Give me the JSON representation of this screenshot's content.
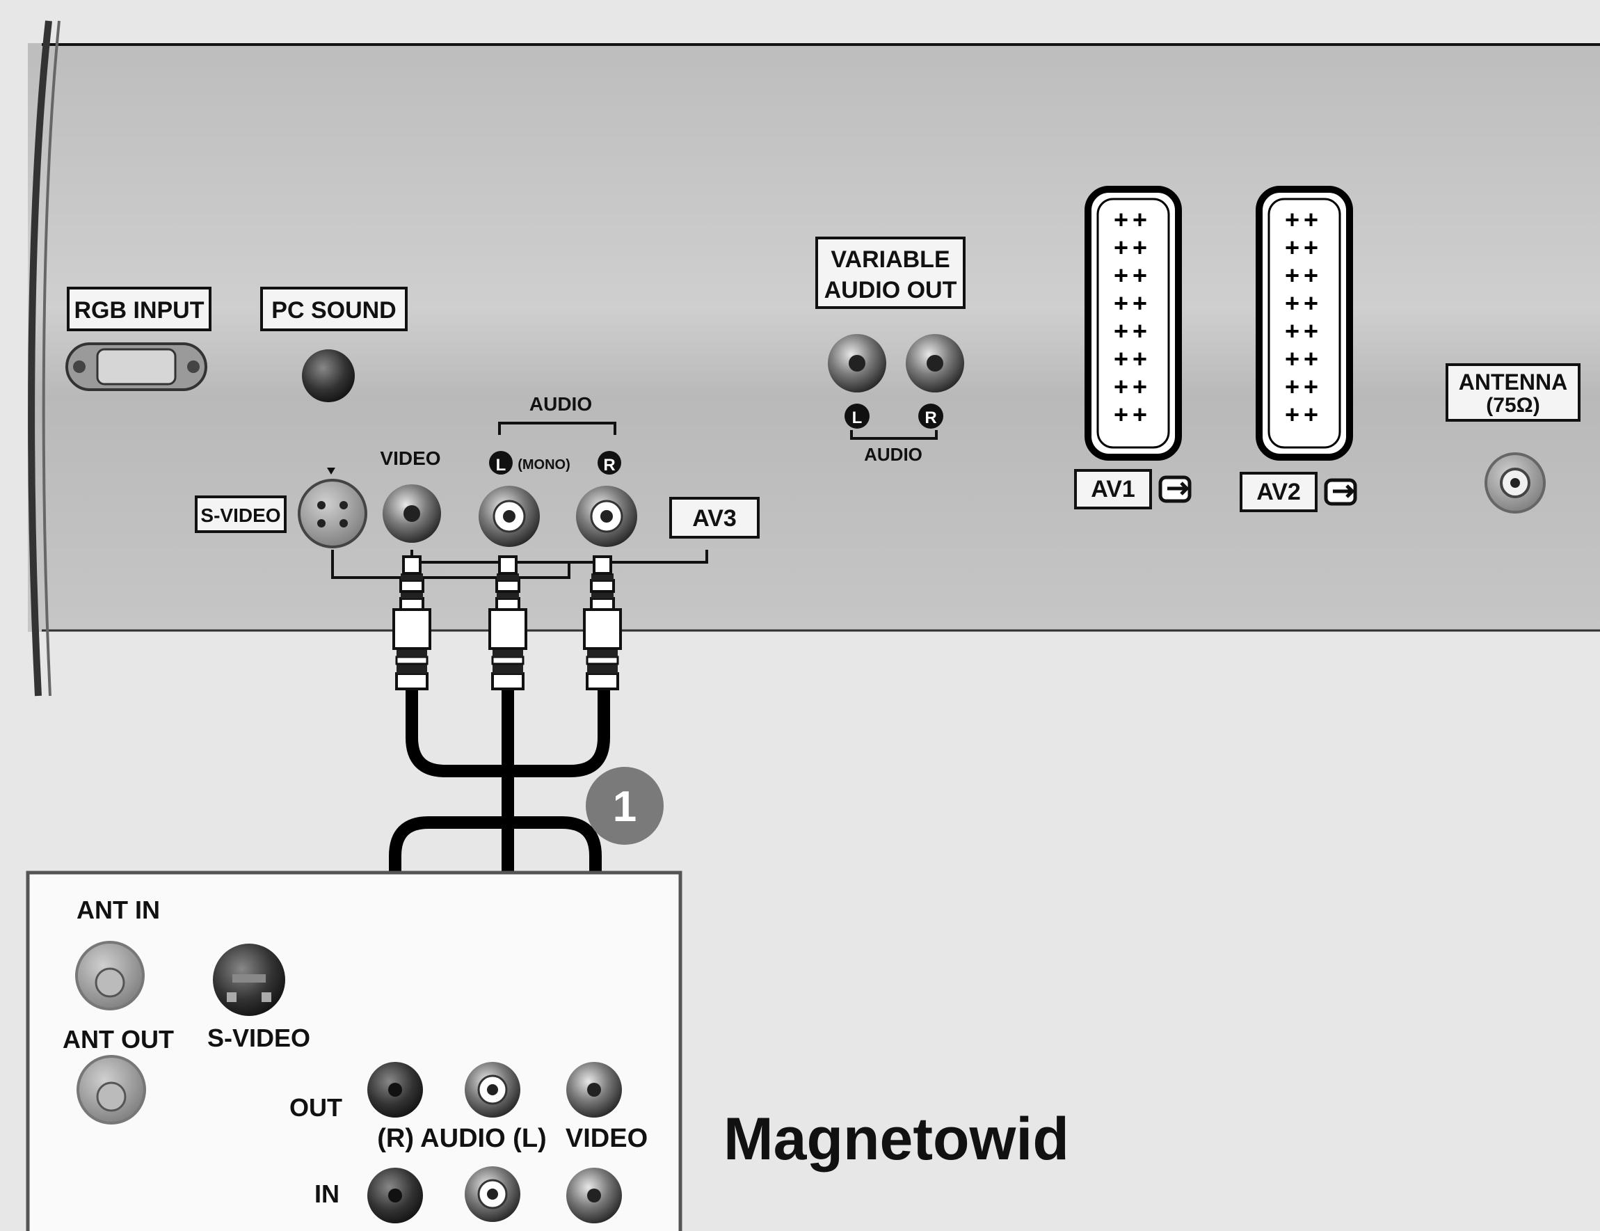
{
  "tv_panel": {
    "rgb_input": "RGB INPUT",
    "pc_sound": "PC SOUND",
    "audio_group": "AUDIO",
    "video": "VIDEO",
    "audio_l": "L",
    "audio_l_mono": "(MONO)",
    "audio_r": "R",
    "s_video": "S-VIDEO",
    "av3": "AV3",
    "variable_audio_out_line1": "VARIABLE",
    "variable_audio_out_line2": "AUDIO OUT",
    "var_l": "L",
    "var_r": "R",
    "var_audio": "AUDIO",
    "av1": "AV1",
    "av2": "AV2",
    "antenna_line1": "ANTENNA",
    "antenna_line2": "(75Ω)"
  },
  "step_badge": "1",
  "vcr": {
    "ant_in": "ANT IN",
    "ant_out": "ANT OUT",
    "s_video": "S-VIDEO",
    "out": "OUT",
    "audio_row": "(R) AUDIO (L)",
    "video": "VIDEO",
    "in": "IN"
  },
  "device_title": "Magnetowid"
}
